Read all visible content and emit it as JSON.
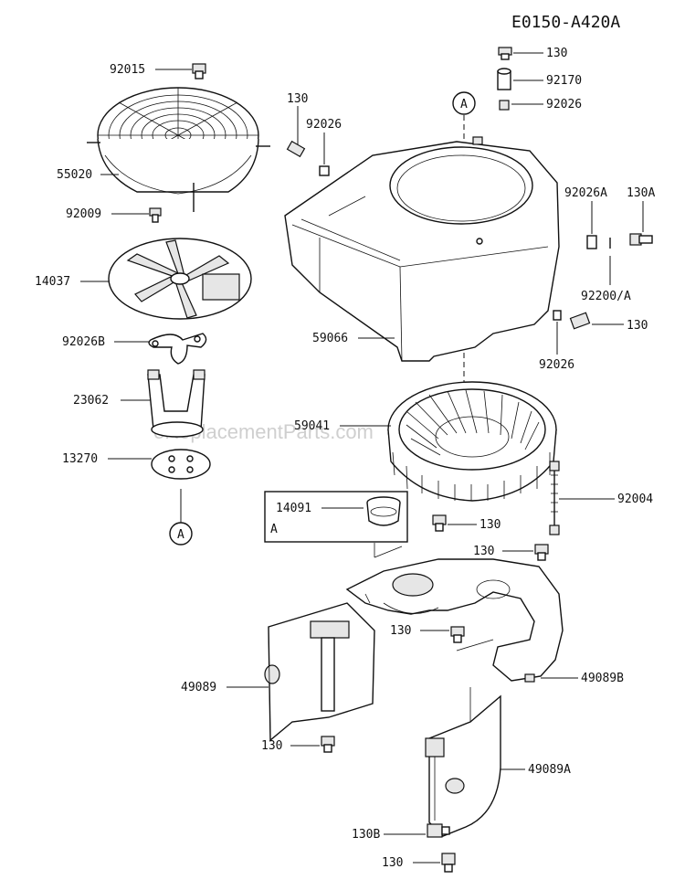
{
  "diagram_code": "E0150-A420A",
  "watermark": "eReplacementParts.com",
  "callouts": [
    {
      "id": "ref-a-top",
      "text": "A"
    },
    {
      "id": "ref-a-bottom",
      "text": "A"
    }
  ],
  "inset": {
    "part": "14091",
    "letter": "A"
  },
  "labels": {
    "p92015": "92015",
    "p55020": "55020",
    "p92009": "92009",
    "p14037": "14037",
    "p92026B": "92026B",
    "p23062": "23062",
    "p13270": "13270",
    "p130_a": "130",
    "p92026_a": "92026",
    "p59066": "59066",
    "p59041": "59041",
    "p130_top": "130",
    "p92170": "92170",
    "p92026_top": "92026",
    "p92026A": "92026A",
    "p130A": "130A",
    "p92200A": "92200/A",
    "p130_right": "130",
    "p92026_right": "92026",
    "p92004": "92004",
    "p130_mid": "130",
    "p130_mid2": "130",
    "p130_mid3": "130",
    "p49089": "49089",
    "p49089B": "49089B",
    "p130_low": "130",
    "p49089A": "49089A",
    "p130B": "130B",
    "p130_bottom": "130"
  }
}
